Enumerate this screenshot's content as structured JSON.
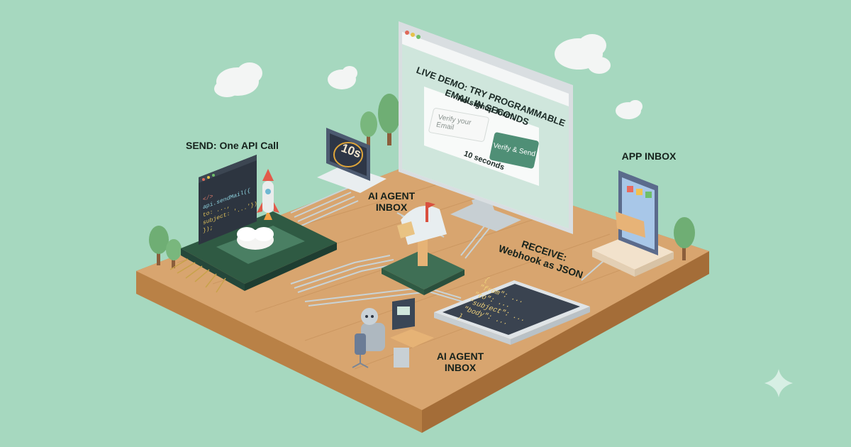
{
  "labels": {
    "send": "SEND: One API Call",
    "ai_agent_inbox_top_1": "AI AGENT",
    "ai_agent_inbox_top_2": "INBOX",
    "app_inbox": "APP INBOX",
    "receive_1": "RECEIVE:",
    "receive_2": "Webhook as JSON",
    "ai_agent_inbox_bottom_1": "AI AGENT",
    "ai_agent_inbox_bottom_2": "INBOX"
  },
  "monitor": {
    "heading_1": "LIVE DEMO: TRY PROGRAMMABLE",
    "heading_2": "EMAIL IN SECONDS",
    "note": "No signup form.",
    "input_placeholder": "Verify your Email",
    "button_label": "Verify & Send",
    "timer_text": "10 seconds"
  },
  "timer_badge": "10s",
  "code_screen": {
    "line_1": "</>",
    "line_2": "api.sendMail({",
    "line_3": "to: ...,",
    "line_4": "subject: '...'})",
    "line_5": "});"
  },
  "json_tablet": {
    "line_1": "{",
    "line_2": "\"from\": ...",
    "line_3": "\"to\": ...",
    "line_4": "\"subject\": ...",
    "line_5": "\"body\": ...",
    "line_6": "}"
  },
  "colors": {
    "background": "#a6d8bf",
    "wood": "#d8a56f",
    "circuit_green": "#3f6f55",
    "accent_button": "#4f8f76"
  }
}
